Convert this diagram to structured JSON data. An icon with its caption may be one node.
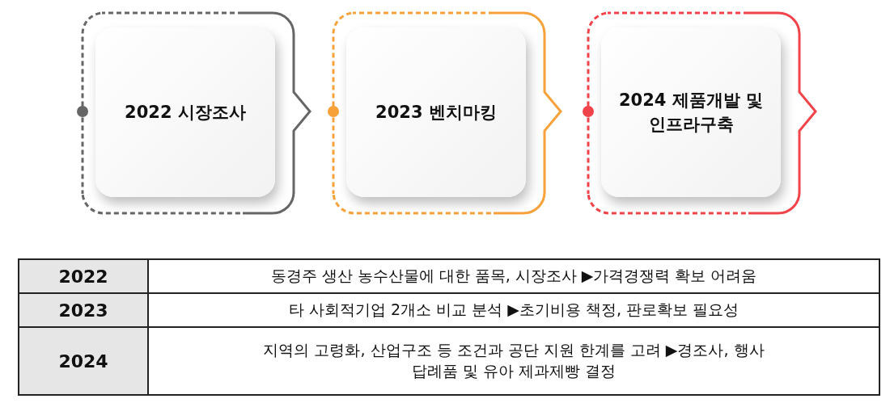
{
  "diagram": {
    "nodes": [
      {
        "text": [
          "2022 시장조사"
        ]
      },
      {
        "text": [
          "2023 벤치마킹"
        ]
      },
      {
        "text": [
          "2024 제품개발 및 인프라구축"
        ]
      }
    ],
    "edges": [],
    "labels": [
      "2022",
      "동경주 생산 농수산물에 대한 품목, 시장조사 ▶가격경쟁력 확보 어려움",
      "2023",
      "타 사회적기업 2개소 비교 분석 ▶초기비용 책정, 판로확보 필요성",
      "2024",
      "지역의 고령화, 산업구조 등 조건과 공단 지원 한계를 고려 ▶경조사, 행사 답례품 및 유아 제과제빵 결정"
    ]
  }
}
